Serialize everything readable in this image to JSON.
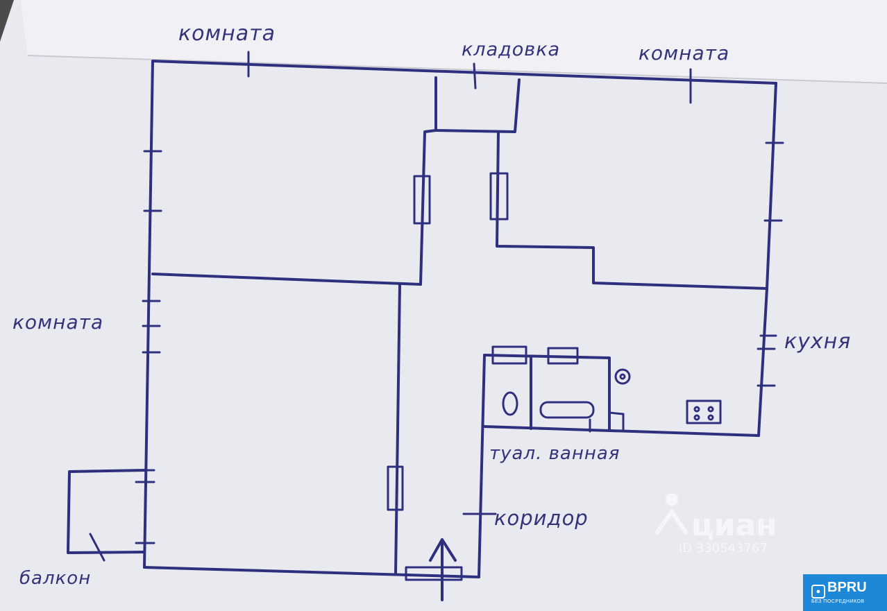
{
  "labels": {
    "room_top_left": "комната",
    "storage": "кладовка",
    "room_top_right": "комната",
    "room_left": "комната",
    "kitchen": "кухня",
    "bathroom": "туал. ванная",
    "corridor": "коридор",
    "balcony": "балкон"
  },
  "watermark": {
    "brand": "циан",
    "id": "ID 330543767"
  },
  "badge": {
    "brand": "BPRU",
    "tagline": "БЕЗ ПОСРЕДНИКОВ"
  },
  "colors": {
    "ink": "#2e2f7d",
    "paper": "#ecedf3",
    "badge": "#1e88d8"
  }
}
